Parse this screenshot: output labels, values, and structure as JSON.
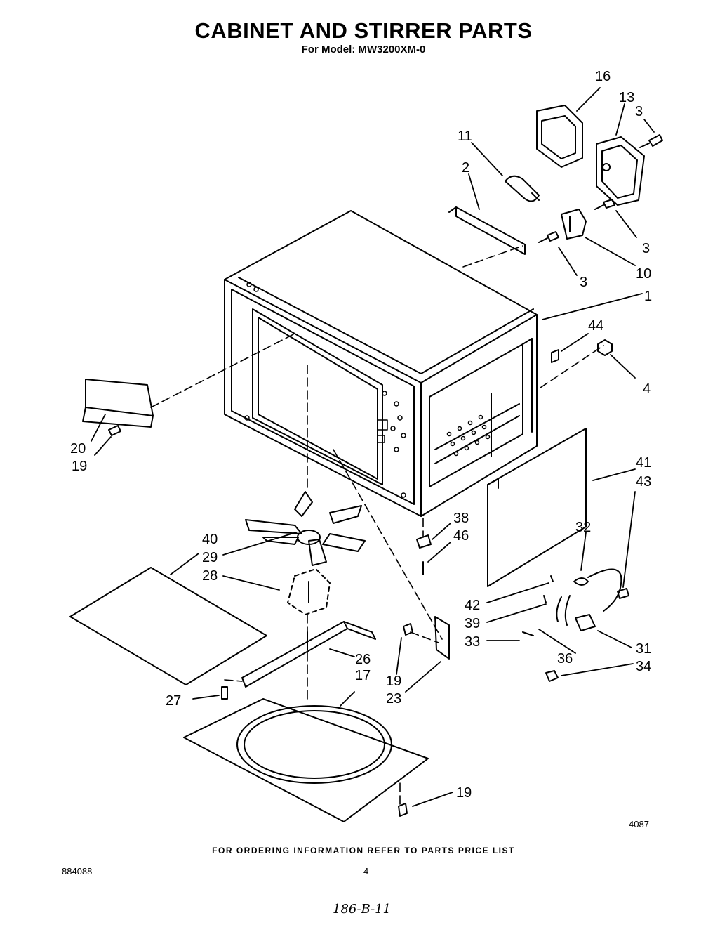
{
  "header": {
    "title": "CABINET AND STIRRER PARTS",
    "subtitle": "For Model: MW3200XM-0"
  },
  "footer": {
    "ordering_note": "FOR ORDERING INFORMATION REFER TO PARTS PRICE LIST",
    "doc_number": "884088",
    "page_number": "4",
    "diagram_ref": "4087",
    "handwritten_note": "186-B-11"
  },
  "callouts": {
    "c16": "16",
    "c13": "13",
    "c3a": "3",
    "c11": "11",
    "c2": "2",
    "c3b": "3",
    "c3c": "3",
    "c10": "10",
    "c1": "1",
    "c44": "44",
    "c4": "4",
    "c20": "20",
    "c19a": "19",
    "c41": "41",
    "c43": "43",
    "c40": "40",
    "c29": "29",
    "c28": "28",
    "c38": "38",
    "c46": "46",
    "c32": "32",
    "c42": "42",
    "c39": "39",
    "c33": "33",
    "c36": "36",
    "c31": "31",
    "c34": "34",
    "c26": "26",
    "c17": "17",
    "c19b": "19",
    "c23": "23",
    "c27": "27",
    "c19c": "19"
  },
  "colors": {
    "ink": "#000000",
    "paper": "#ffffff"
  }
}
